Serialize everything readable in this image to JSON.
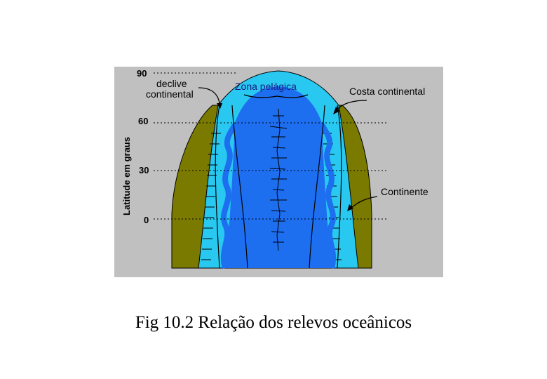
{
  "diagram": {
    "axis_title": "Latitude em graus",
    "latitudes": [
      "90",
      "60",
      "30",
      "0"
    ],
    "labels": {
      "declive_line1": "declive",
      "declive_line2": "continental",
      "zona_pelagica": "Zona pelágica",
      "costa_continental": "Costa continental",
      "continente": "Continente"
    },
    "colors": {
      "background": "#c0c0c0",
      "continent": "#7a7a00",
      "ocean": "#1e6ef0",
      "shelf": "#28c8f0"
    }
  },
  "caption": "Fig 10.2 Relação dos relevos oceânicos"
}
